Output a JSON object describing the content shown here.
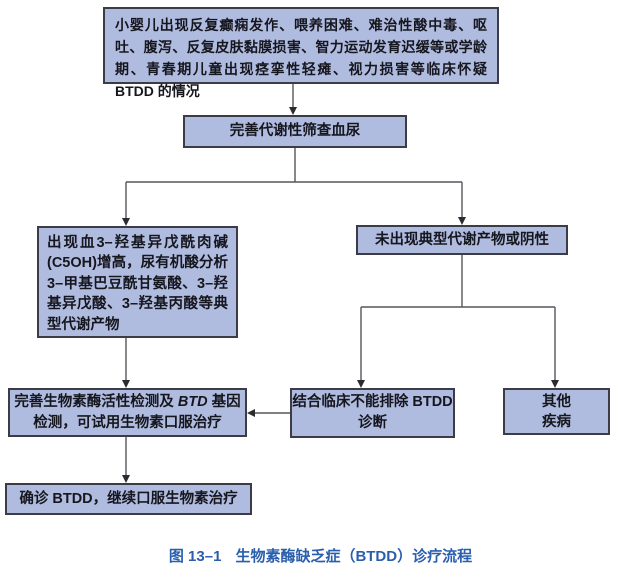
{
  "figure_caption": {
    "label": "图 13–1",
    "title": "生物素酶缺乏症（BTDD）诊疗流程"
  },
  "flowchart": {
    "suspicion": "小婴儿出现反复癫痫发作、喂养困难、难治性酸中毒、呕吐、腹泻、反复皮肤黏膜损害、智力运动发育迟缓等或学龄期、青春期儿童出现痉挛性轻瘫、视力损害等临床怀疑 BTDD 的情况",
    "screening": "完善代谢性筛查血尿",
    "typical_metabolites": "出现血3–羟基异戊酰肉碱(C5OH)增高，尿有机酸分析3–甲基巴豆酰甘氨酸、3–羟基异戊酸、3–羟基丙酸等典型代谢产物",
    "no_typical_metabolites": "未出现典型代谢产物或阴性",
    "enzyme_gene_test": {
      "line1_part1": "完善生物素酶活性检测及 ",
      "line1_gene": "BTD",
      "line1_part2": " 基因",
      "line2": "检测，可试用生物素口服治疗"
    },
    "cannot_exclude": {
      "line1": "结合临床不能排除 BTDD",
      "line2": "诊断"
    },
    "other_disease": {
      "line1": "其他",
      "line2": "疾病"
    },
    "confirmed": "确诊 BTDD，继续口服生物素治疗"
  },
  "colors": {
    "box_fill": "#b0bcdf",
    "box_border": "#3c3c46",
    "connector": "#55555c",
    "box_text": "#16161e",
    "caption_text": "#2b5fae",
    "background": "#ffffff"
  }
}
